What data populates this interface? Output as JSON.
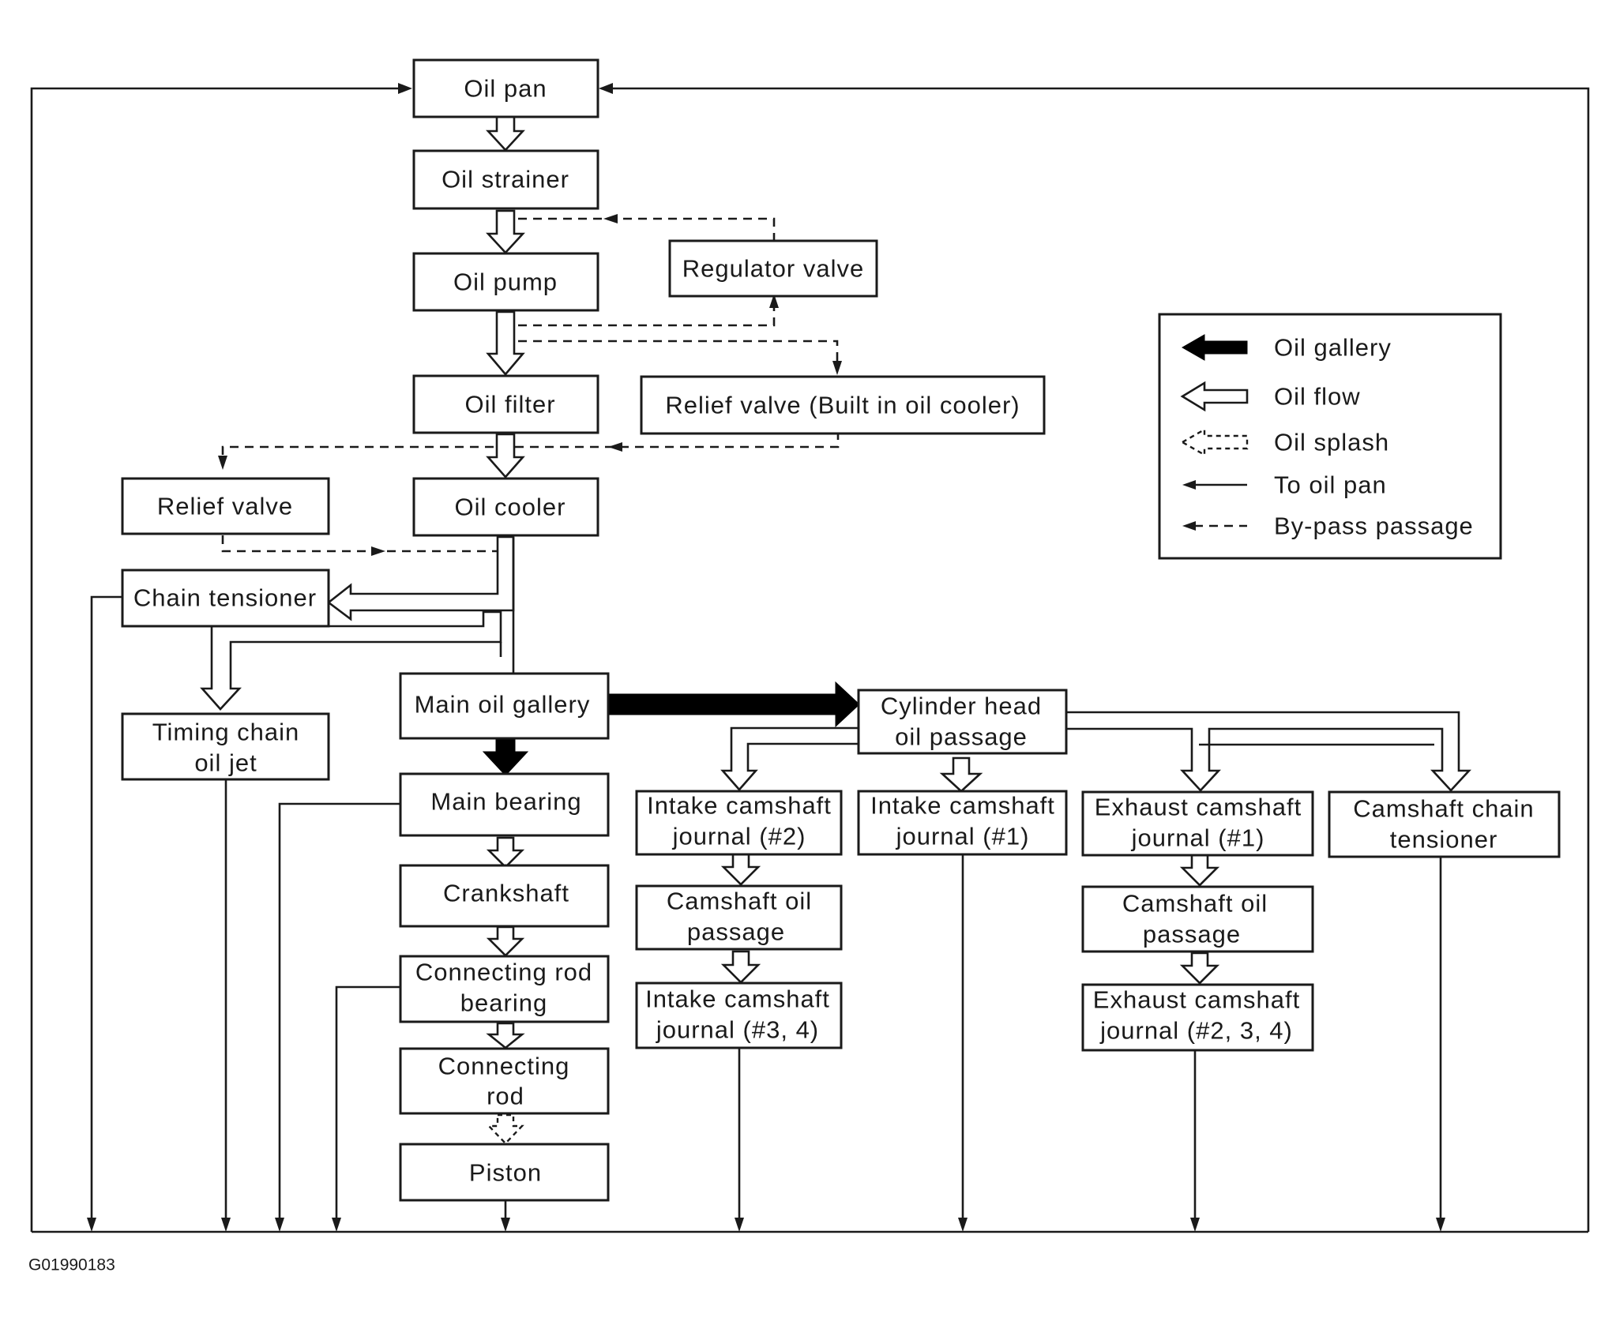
{
  "nodes": {
    "oil_pan": "Oil pan",
    "oil_strainer": "Oil strainer",
    "oil_pump": "Oil pump",
    "regulator_valve": "Regulator valve",
    "oil_filter": "Oil filter",
    "relief_valve_cooler": "Relief valve (Built in oil cooler)",
    "relief_valve": "Relief valve",
    "oil_cooler": "Oil cooler",
    "chain_tensioner": "Chain tensioner",
    "timing_chain_jet": [
      "Timing chain",
      "oil jet"
    ],
    "main_oil_gallery": "Main oil gallery",
    "main_bearing": "Main bearing",
    "crankshaft": "Crankshaft",
    "connecting_rod_bearing": [
      "Connecting rod",
      "bearing"
    ],
    "connecting_rod": [
      "Connecting",
      "rod"
    ],
    "piston": "Piston",
    "cylinder_head": [
      "Cylinder head",
      "oil passage"
    ],
    "intake_cam_2": [
      "Intake camshaft",
      "journal (#2)"
    ],
    "intake_cam_1": [
      "Intake camshaft",
      "journal (#1)"
    ],
    "exhaust_cam_1": [
      "Exhaust camshaft",
      "journal (#1)"
    ],
    "camshaft_chain_tensioner": [
      "Camshaft chain",
      "tensioner"
    ],
    "cam_passage_intake": [
      "Camshaft oil",
      "passage"
    ],
    "cam_passage_exhaust": [
      "Camshaft oil",
      "passage"
    ],
    "intake_cam_34": [
      "Intake camshaft",
      "journal (#3, 4)"
    ],
    "exhaust_cam_234": [
      "Exhaust camshaft",
      "journal (#2, 3, 4)"
    ]
  },
  "legend": {
    "oil_gallery": "Oil gallery",
    "oil_flow": "Oil flow",
    "oil_splash": "Oil splash",
    "to_oil_pan": "To oil pan",
    "bypass": "By-pass passage"
  },
  "caption": "G01990183"
}
